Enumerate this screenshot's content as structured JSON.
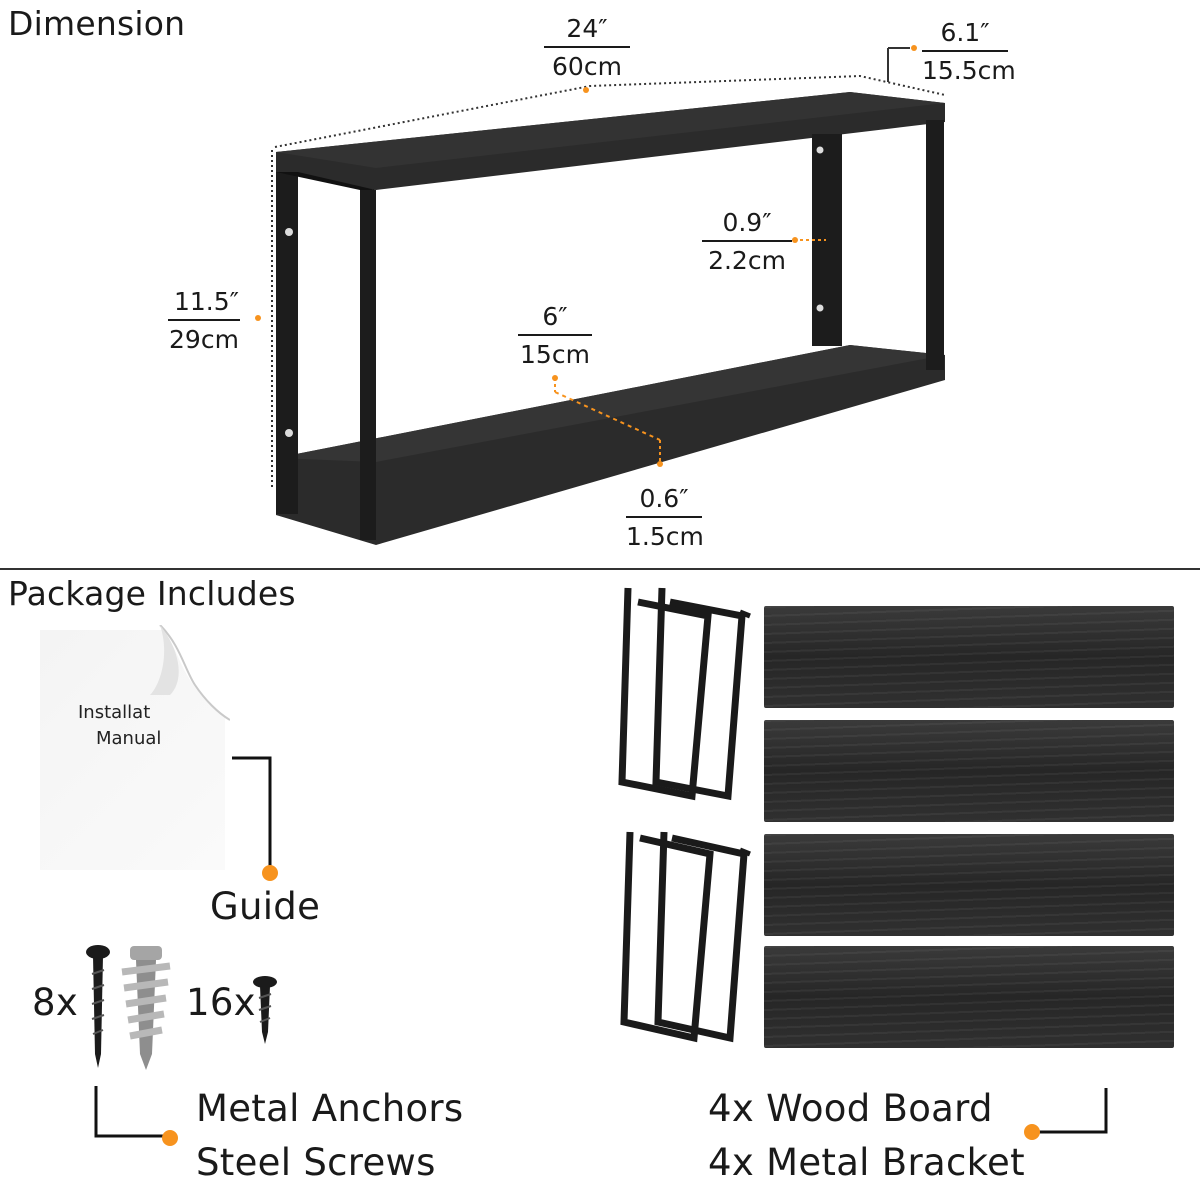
{
  "sections": {
    "dimension_title": "Dimension",
    "package_title": "Package Includes"
  },
  "dimensions": {
    "width": {
      "in": "24″",
      "cm": "60cm"
    },
    "depth": {
      "in": "6.1″",
      "cm": "15.5cm"
    },
    "height": {
      "in": "11.5″",
      "cm": "29cm"
    },
    "bracket": {
      "in": "0.9″",
      "cm": "2.2cm"
    },
    "shelf_depth": {
      "in": "6″",
      "cm": "15cm"
    },
    "board_thickness": {
      "in": "0.6″",
      "cm": "1.5cm"
    }
  },
  "package": {
    "manual_line1": "Installat",
    "manual_line2": "Manual",
    "guide_label": "Guide",
    "screws_count": "8x",
    "anchors_count": "16x",
    "hardware_line1": "Metal Anchors",
    "hardware_line2": "Steel Screws",
    "parts_line1": "4x Wood Board",
    "parts_line2": "4x Metal Bracket"
  },
  "colors": {
    "accent": "#f7931e",
    "shelf": "#2a2a2a",
    "text": "#1a1a1a"
  }
}
